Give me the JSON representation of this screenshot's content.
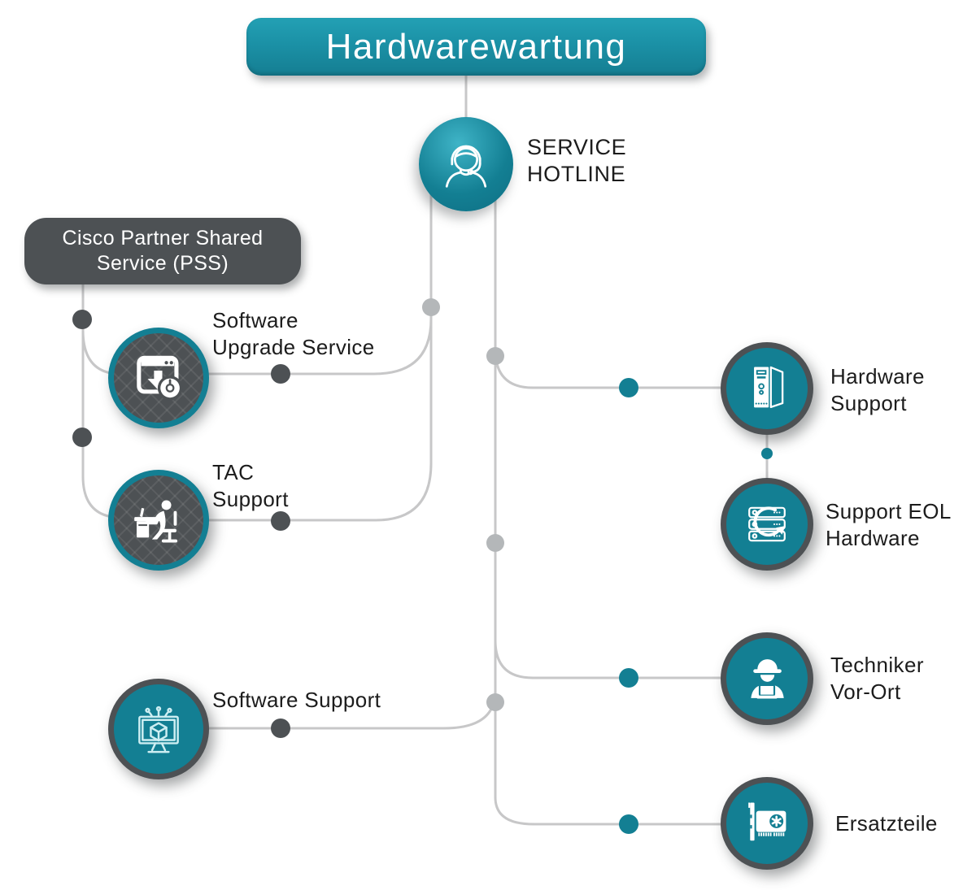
{
  "title": {
    "label": "Hardwarewartung"
  },
  "hotline": {
    "label_lines": [
      "SERVICE",
      "HOTLINE"
    ],
    "icon": "support-agent-icon"
  },
  "pss": {
    "label_lines": [
      "Cisco Partner Shared",
      "Service (PSS)"
    ]
  },
  "nodes": {
    "software_upgrade": {
      "label_lines": [
        "Software",
        "Upgrade Service"
      ],
      "icon": "software-download-icon"
    },
    "tac_support": {
      "label_lines": [
        "TAC",
        "Support"
      ],
      "icon": "support-desk-icon"
    },
    "software_support": {
      "label_lines": [
        "Software Support"
      ],
      "icon": "monitor-cube-icon"
    },
    "hardware_support": {
      "label_lines": [
        "Hardware",
        "Support"
      ],
      "icon": "pc-tower-icon"
    },
    "support_eol": {
      "label_lines": [
        "Support EOL",
        "Hardware"
      ],
      "icon": "server-refresh-icon"
    },
    "techniker": {
      "label_lines": [
        "Techniker",
        "Vor-Ort"
      ],
      "icon": "technician-icon"
    },
    "ersatzteile": {
      "label_lines": [
        "Ersatzteile"
      ],
      "icon": "graphics-card-icon"
    }
  },
  "colors": {
    "teal": "#137f93",
    "teal_title": "#1b91a6",
    "teal_light": "#3fb4c7",
    "teal_deep": "#0e6f84",
    "dark_gray": "#4d5154",
    "connector_gray": "#c7c7c8",
    "dot_light_gray": "#b4b7b9",
    "text_dark": "#1c1c1c",
    "glyph_soft": "#cdeef2",
    "white": "#ffffff"
  }
}
